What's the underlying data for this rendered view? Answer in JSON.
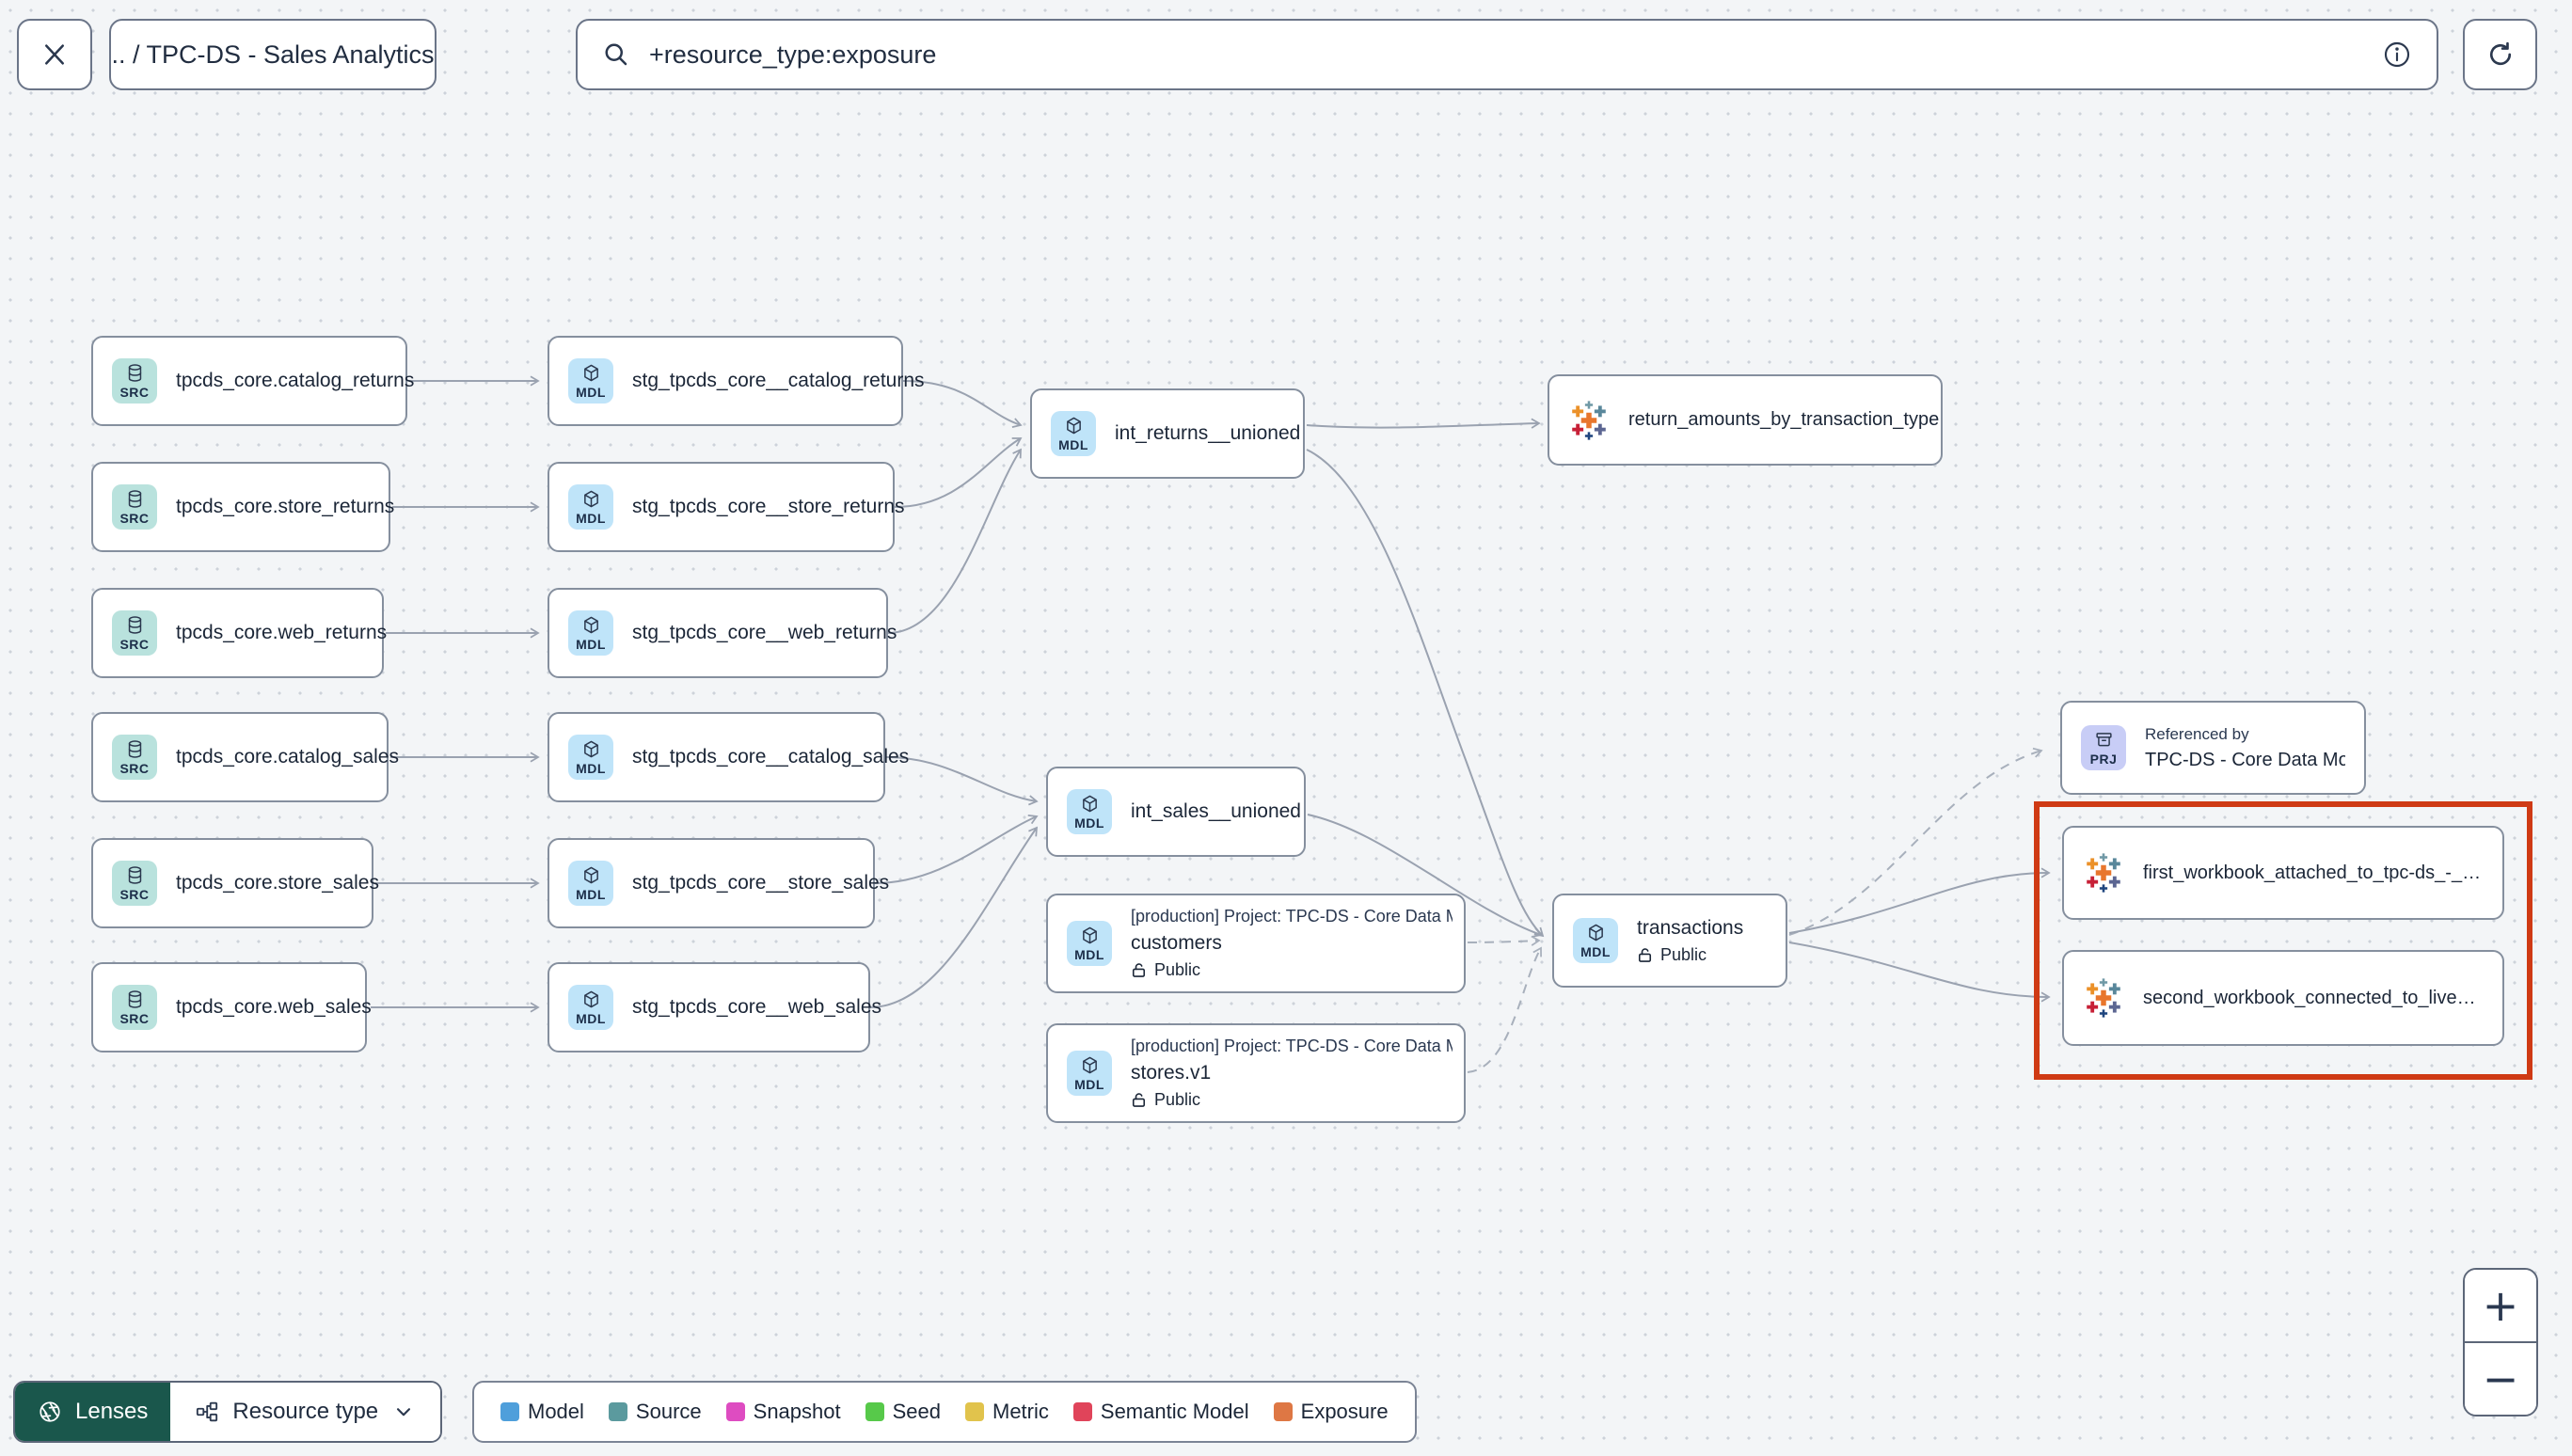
{
  "toolbar": {
    "breadcrumb": ".. / TPC-DS - Sales Analytics",
    "search_value": "+resource_type:exposure"
  },
  "icons": {
    "close": "close-icon",
    "search": "search-icon",
    "info": "info-icon",
    "refresh": "refresh-icon",
    "chevron": "chevron-down-icon",
    "lock_open": "lock-open-icon",
    "aperture": "aperture-icon",
    "resource_type": "org-chart-icon",
    "database": "database-icon",
    "cube": "cube-icon",
    "archive": "archive-icon",
    "tableau": "tableau-icon"
  },
  "graph": {
    "highlight_color": "#cf3a14",
    "nodes": [
      {
        "badge": "SRC",
        "label": "tpcds_core.catalog_returns"
      },
      {
        "badge": "SRC",
        "label": "tpcds_core.store_returns"
      },
      {
        "badge": "SRC",
        "label": "tpcds_core.web_returns"
      },
      {
        "badge": "SRC",
        "label": "tpcds_core.catalog_sales"
      },
      {
        "badge": "SRC",
        "label": "tpcds_core.store_sales"
      },
      {
        "badge": "SRC",
        "label": "tpcds_core.web_sales"
      },
      {
        "badge": "MDL",
        "label": "stg_tpcds_core__catalog_returns"
      },
      {
        "badge": "MDL",
        "label": "stg_tpcds_core__store_returns"
      },
      {
        "badge": "MDL",
        "label": "stg_tpcds_core__web_returns"
      },
      {
        "badge": "MDL",
        "label": "stg_tpcds_core__catalog_sales"
      },
      {
        "badge": "MDL",
        "label": "stg_tpcds_core__store_sales"
      },
      {
        "badge": "MDL",
        "label": "stg_tpcds_core__web_sales"
      },
      {
        "badge": "MDL",
        "label": "int_returns__unioned"
      },
      {
        "badge": "MDL",
        "label": "int_sales__unioned"
      },
      {
        "badge": "EXP",
        "label": "return_amounts_by_transaction_type"
      },
      {
        "badge": "MDL",
        "project_line": "[production] Project: TPC-DS - Core Data Mo…",
        "label": "customers",
        "visibility": "Public"
      },
      {
        "badge": "MDL",
        "project_line": "[production] Project: TPC-DS - Core Data Mo…",
        "label": "stores.v1",
        "visibility": "Public"
      },
      {
        "badge": "MDL",
        "label": "transactions",
        "visibility": "Public"
      },
      {
        "badge": "PRJ",
        "caption": "Referenced by",
        "label": "TPC-DS - Core Data Models"
      },
      {
        "badge": "EXP",
        "label": "first_workbook_attached_to_tpc-ds_-_…"
      },
      {
        "badge": "EXP",
        "label": "second_workbook_connected_to_live…"
      }
    ]
  },
  "footer": {
    "lenses_label": "Lenses",
    "resource_type_label": "Resource type",
    "legend": [
      {
        "label": "Model",
        "color": "#4f9fdb"
      },
      {
        "label": "Source",
        "color": "#5b9a9e"
      },
      {
        "label": "Snapshot",
        "color": "#de4cc1"
      },
      {
        "label": "Seed",
        "color": "#57c94a"
      },
      {
        "label": "Metric",
        "color": "#e1c34c"
      },
      {
        "label": "Semantic Model",
        "color": "#e0445a"
      },
      {
        "label": "Exposure",
        "color": "#de7744"
      }
    ],
    "lenses_color": "#1a574c"
  },
  "zoom_controls": {
    "zoom_in": "+",
    "zoom_out": "−"
  }
}
